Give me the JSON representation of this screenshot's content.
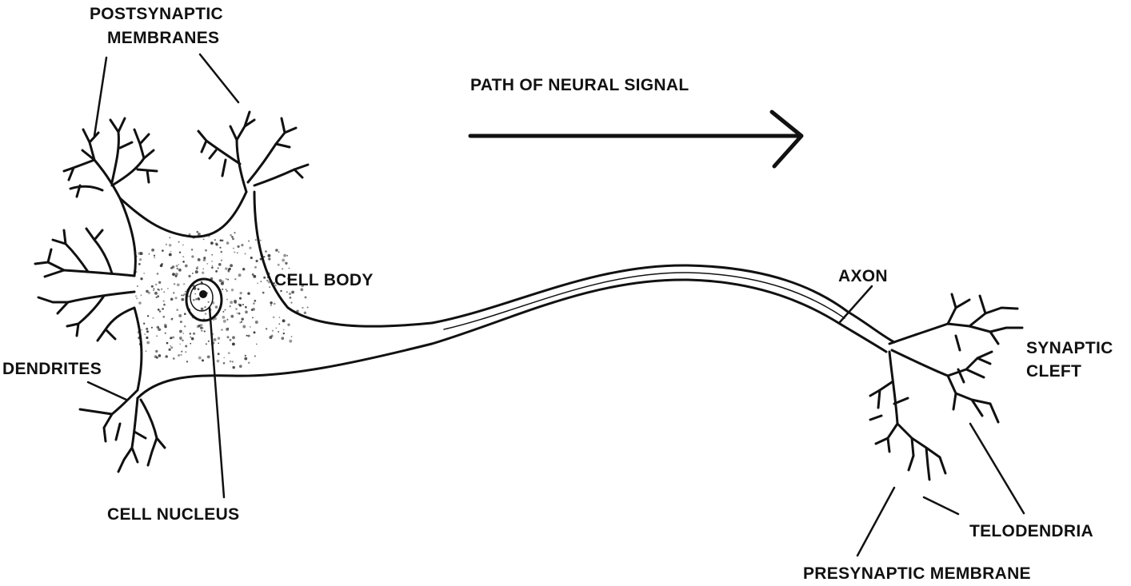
{
  "labels": {
    "postsynaptic_line1": "POSTSYNAPTIC",
    "postsynaptic_line2": "MEMBRANES",
    "path_of_signal": "PATH OF NEURAL SIGNAL",
    "cell_body": "CELL BODY",
    "axon": "AXON",
    "synaptic_line1": "SYNAPTIC",
    "synaptic_line2": "CLEFT",
    "dendrites": "DENDRITES",
    "cell_nucleus": "CELL NUCLEUS",
    "telodendria": "TELODENDRIA",
    "presynaptic": "PRESYNAPTIC MEMBRANE"
  },
  "colors": {
    "ink": "#111111",
    "background": "#ffffff"
  }
}
